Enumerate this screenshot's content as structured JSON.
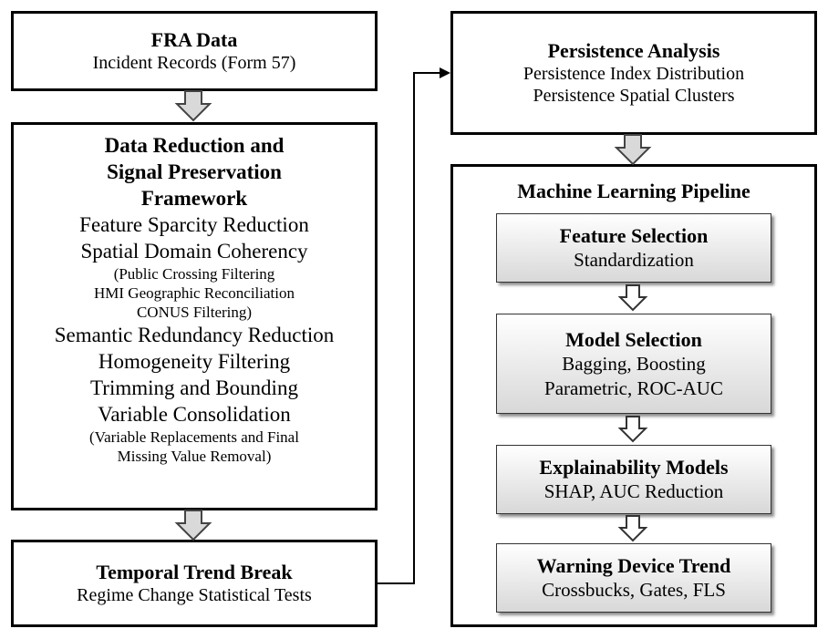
{
  "fra": {
    "title": "FRA Data",
    "lines": [
      "Incident Records (Form 57)"
    ]
  },
  "reduction": {
    "title_lines": [
      "Data Reduction and",
      "Signal Preservation",
      "Framework"
    ],
    "items": [
      {
        "text": "Feature Sparcity Reduction",
        "style": "line"
      },
      {
        "text": "Spatial Domain Coherency",
        "style": "line"
      },
      {
        "text": "(Public Crossing Filtering",
        "style": "small"
      },
      {
        "text": "HMI Geographic Reconciliation",
        "style": "small"
      },
      {
        "text": "CONUS Filtering)",
        "style": "small"
      },
      {
        "text": "Semantic Redundancy Reduction",
        "style": "line"
      },
      {
        "text": "Homogeneity Filtering",
        "style": "line"
      },
      {
        "text": "Trimming and Bounding",
        "style": "line"
      },
      {
        "text": "Variable Consolidation",
        "style": "line"
      },
      {
        "text": "(Variable Replacements and Final",
        "style": "small"
      },
      {
        "text": "Missing Value Removal)",
        "style": "small"
      }
    ]
  },
  "temporal": {
    "title": "Temporal Trend Break",
    "lines": [
      "Regime Change Statistical Tests"
    ]
  },
  "persistence": {
    "title": "Persistence Analysis",
    "lines": [
      "Persistence Index Distribution",
      "Persistence Spatial Clusters"
    ]
  },
  "pipeline": {
    "title": "Machine Learning Pipeline",
    "stages": [
      {
        "title": "Feature Selection",
        "lines": [
          "Standardization"
        ]
      },
      {
        "title": "Model Selection",
        "lines": [
          "Bagging, Boosting",
          "Parametric, ROC-AUC"
        ]
      },
      {
        "title": "Explainability Models",
        "lines": [
          "SHAP, AUC Reduction"
        ]
      },
      {
        "title": "Warning Device Trend",
        "lines": [
          "Crossbucks, Gates, FLS"
        ]
      }
    ]
  }
}
